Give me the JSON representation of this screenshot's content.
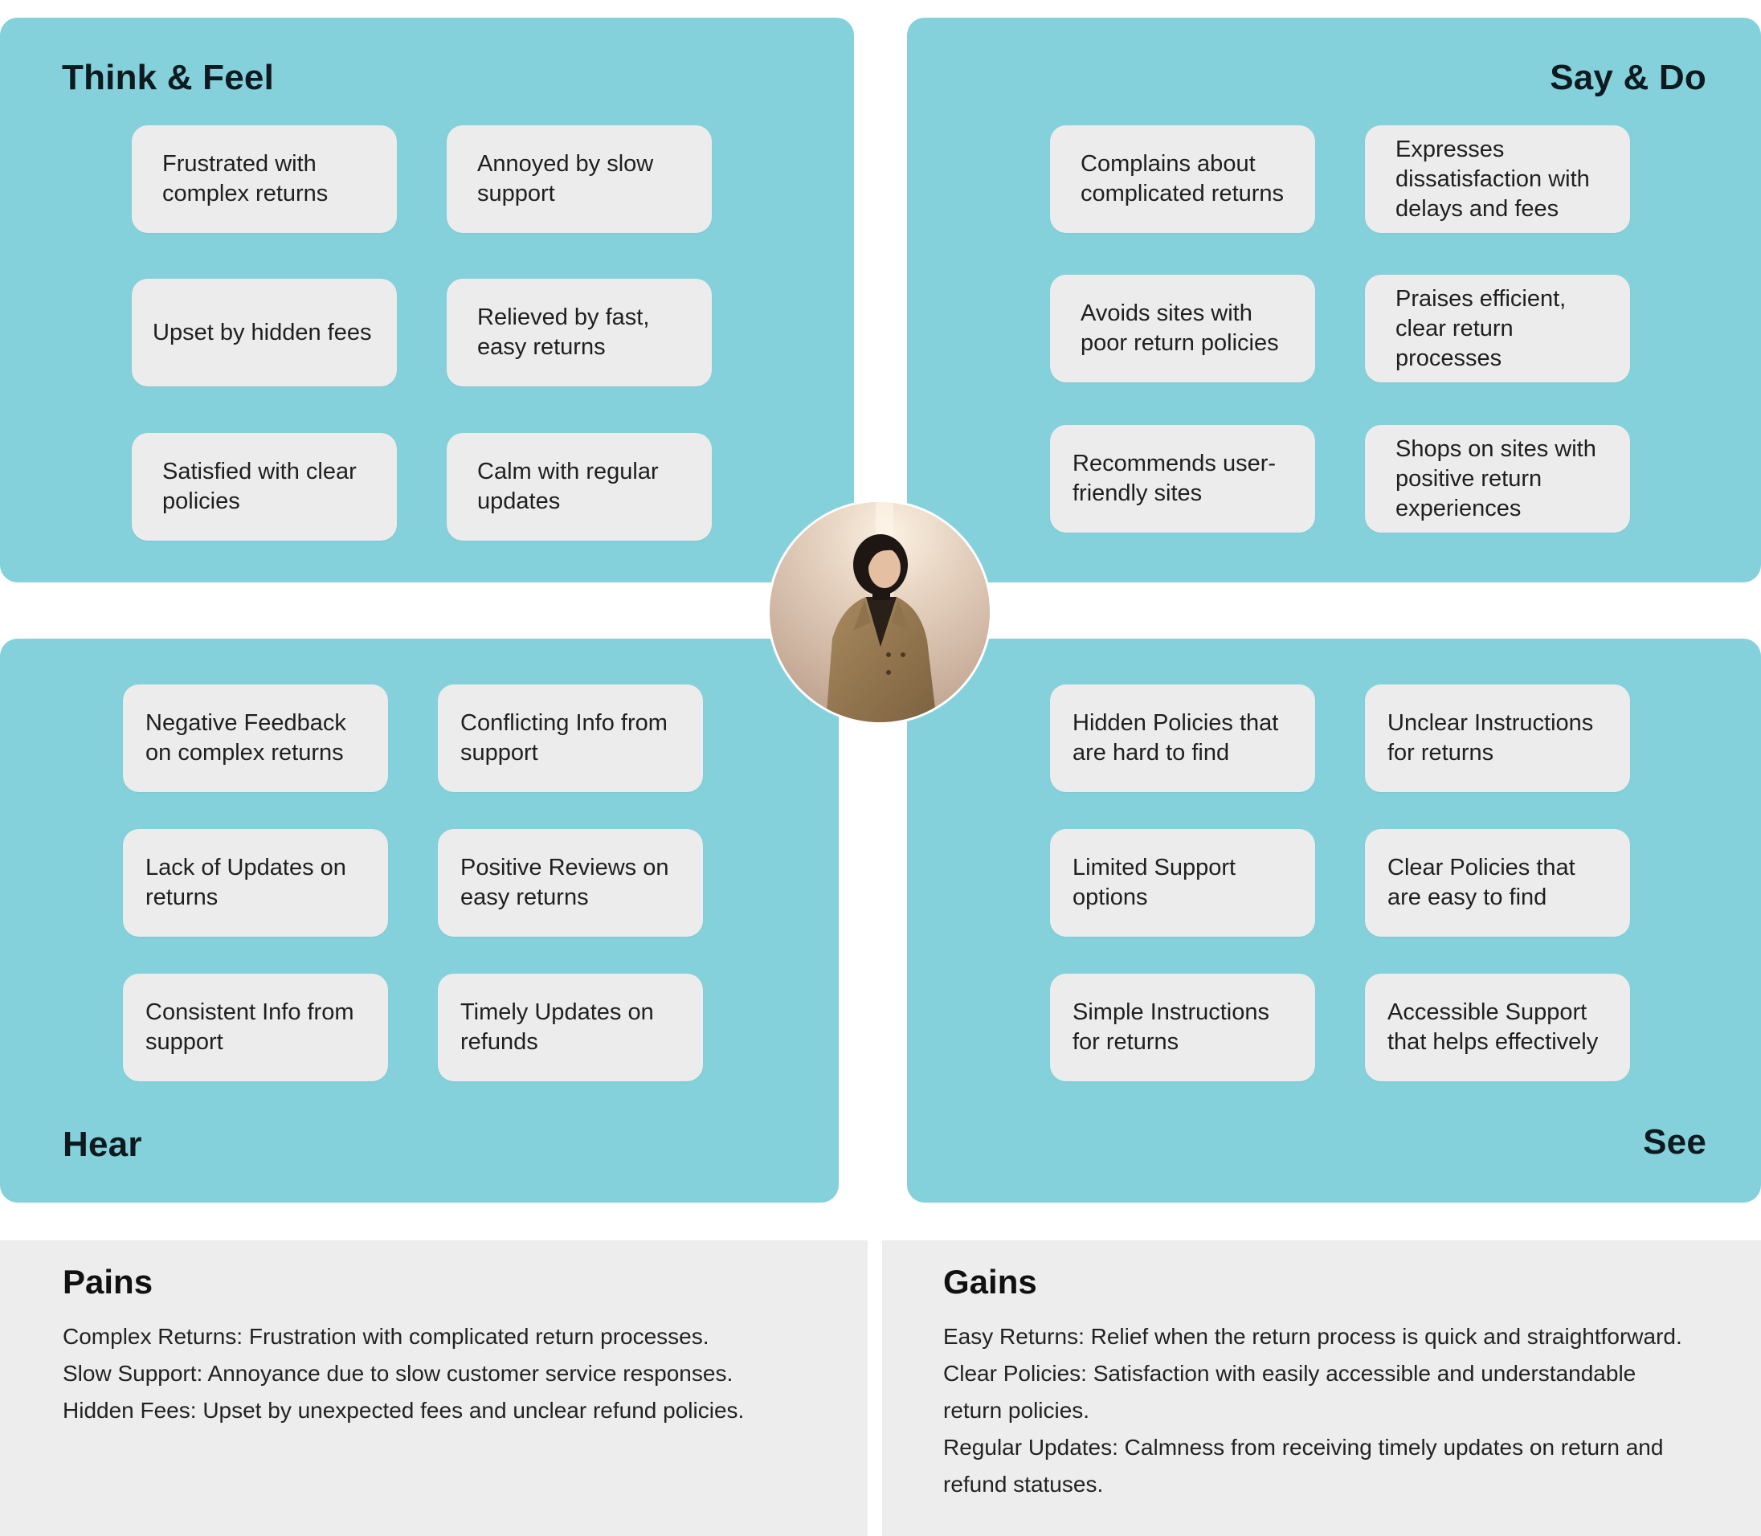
{
  "think_feel": {
    "title": "Think & Feel",
    "notes": [
      "Frustrated with complex returns",
      "Annoyed by slow support",
      "Upset by hidden fees",
      "Relieved by fast, easy returns",
      "Satisfied with clear policies",
      "Calm with regular updates"
    ]
  },
  "say_do": {
    "title": "Say & Do",
    "notes": [
      "Complains about complicated returns",
      "Expresses dissatisfaction with delays and fees",
      "Avoids sites with poor return policies",
      "Praises efficient, clear return processes",
      "Recommends user-friendly sites",
      "Shops on sites with positive return experiences"
    ]
  },
  "hear": {
    "title": "Hear",
    "notes": [
      "Negative Feedback on complex returns",
      "Conflicting Info from support",
      "Lack of Updates on returns",
      "Positive Reviews on easy returns",
      "Consistent Info from support",
      "Timely Updates on refunds"
    ]
  },
  "see": {
    "title": "See",
    "notes": [
      "Hidden Policies that are hard to find",
      "Unclear Instructions for returns",
      "Limited Support options",
      "Clear Policies that are easy to find",
      "Simple Instructions for returns",
      "Accessible Support that helps effectively"
    ]
  },
  "pains": {
    "title": "Pains",
    "lines": [
      "Complex Returns: Frustration with complicated return processes.",
      "Slow Support: Annoyance due to slow customer service responses.",
      "Hidden Fees: Upset by unexpected fees and unclear refund policies."
    ]
  },
  "gains": {
    "title": "Gains",
    "lines": [
      "Easy Returns: Relief when the return process is quick and straightforward.",
      "Clear Policies: Satisfaction with easily accessible and understandable return policies.",
      "Regular Updates: Calmness from receiving timely updates on return and refund statuses."
    ]
  },
  "colors": {
    "quadrant": "#84d1dc",
    "note": "#ececec",
    "panel": "#ededed"
  }
}
